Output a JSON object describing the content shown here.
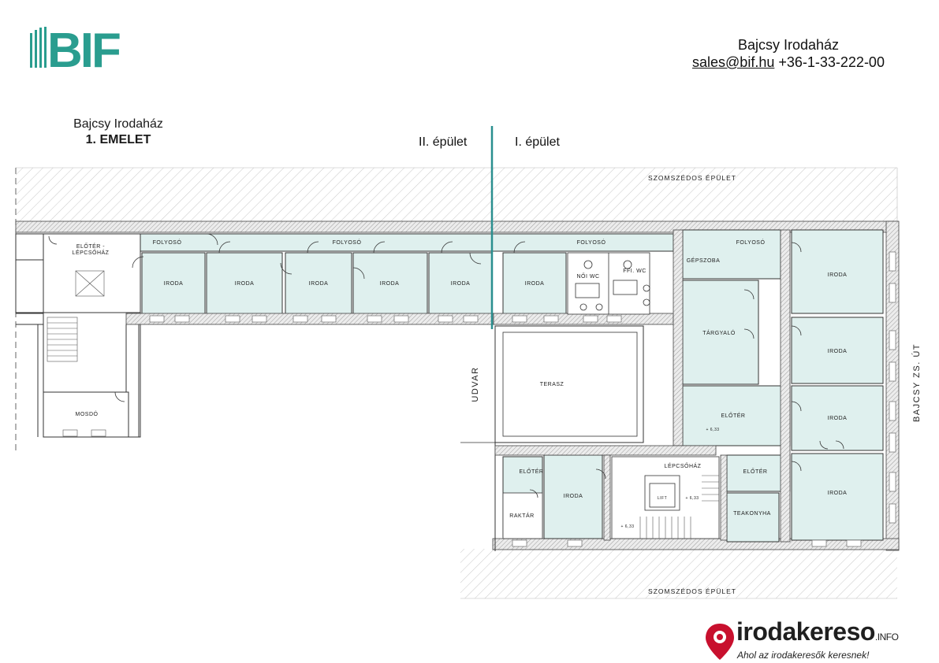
{
  "header": {
    "logo_text": "BIF",
    "building_name": "Bajcsy Irodaház",
    "email": "sales@bif.hu",
    "phone": "+36-1-33-222-00"
  },
  "plan": {
    "title": "Bajcsy Irodaház",
    "floor": "1. EMELET",
    "building_left": "II. épület",
    "building_right": "I. épület",
    "neighbor_top": "SZOMSZÉDOS ÉPÜLET",
    "neighbor_bottom": "SZOMSZÉDOS ÉPÜLET",
    "street": "BAJCSY ZS. ÚT",
    "courtyard": "UDVAR",
    "rooms": {
      "entrance_staircase_1": "ELŐTÉR -",
      "entrance_staircase_2": "LÉPCSŐHÁZ",
      "washroom": "MOSDÓ",
      "corridor_a": "FOLYOSÓ",
      "corridor_b": "FOLYOSÓ",
      "corridor_c": "FOLYOSÓ",
      "corridor_d": "FOLYOSÓ",
      "office": "IRODA",
      "wc_female": "NŐI WC",
      "wc_male": "FFI. WC",
      "machine_room": "GÉPSZOBA",
      "meeting_room": "TÁRGYALÓ",
      "terrace": "TERASZ",
      "lobby": "ELŐTÉR",
      "staircase": "LÉPCSŐHÁZ",
      "lift": "LIFT",
      "storage": "RAKTÁR",
      "tea_kitchen": "TEAKONYHA",
      "level_mark": "+ 6,33"
    }
  },
  "footer": {
    "brand": "irodakereso",
    "brand_suffix": ".INFO",
    "slogan": "Ahol az irodakeresők keresnek!"
  },
  "colors": {
    "room_fill": "#dff0ee",
    "building_divider": "#2a8f8f",
    "logo": "#2a9d8f",
    "footer_logo": "#c8102e"
  }
}
